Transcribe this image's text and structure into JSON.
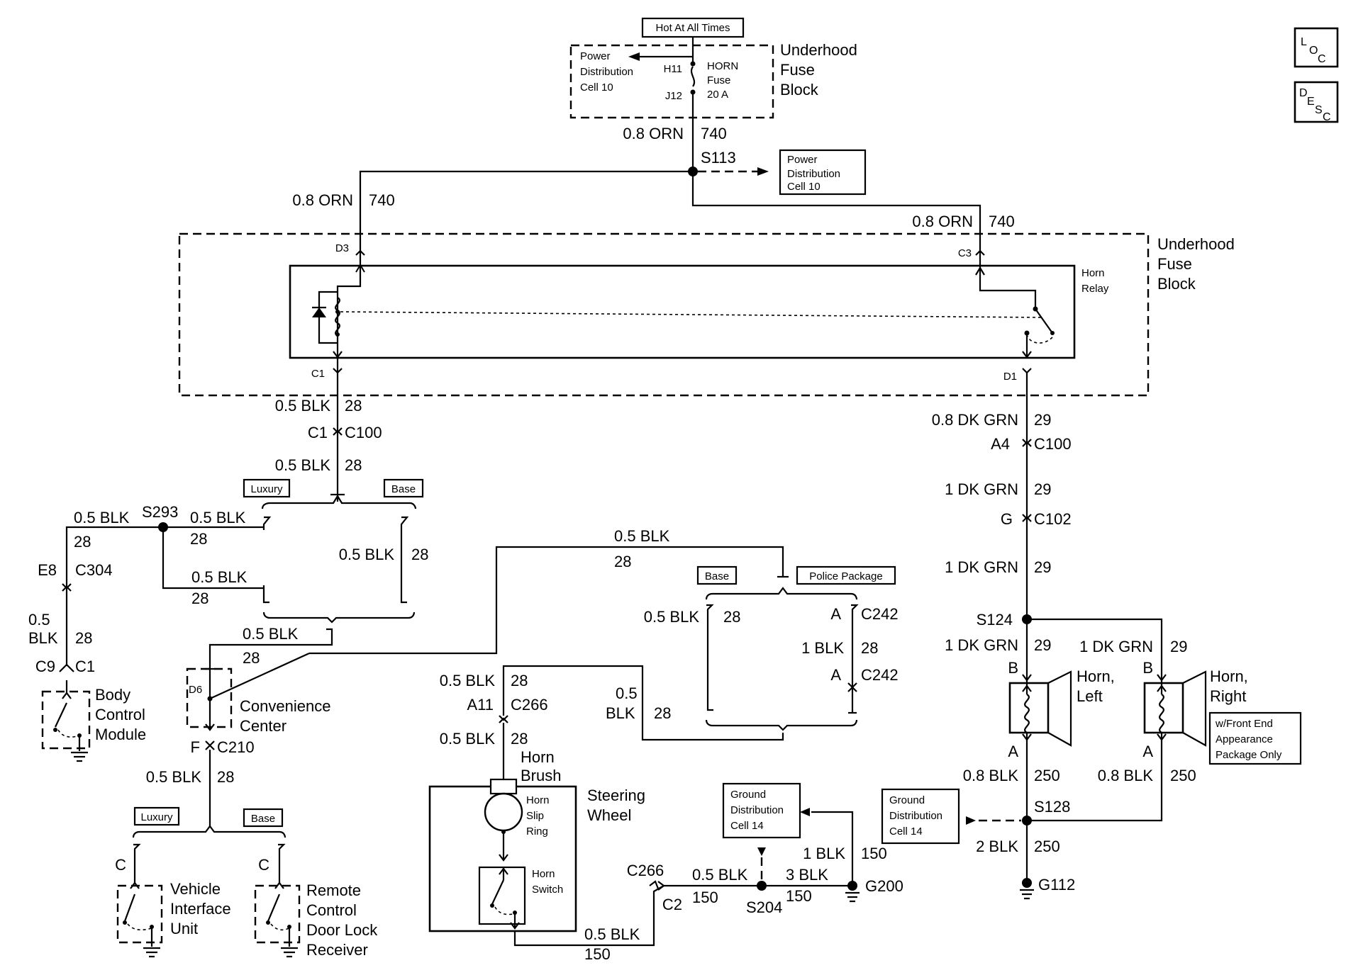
{
  "labels": {
    "hot_at_all_times": "Hot At All Times",
    "pd_cell10_top": [
      "Power",
      "Distribution",
      "Cell 10"
    ],
    "h11": "H11",
    "j12": "J12",
    "horn_fuse": [
      "HORN",
      "Fuse",
      "20 A"
    ],
    "ufb_top": [
      "Underhood",
      "Fuse",
      "Block"
    ],
    "w_orn_top": "0.8 ORN",
    "c740": "740",
    "s113": "S113",
    "pd_cell10_right": [
      "Power",
      "Distribution",
      "Cell 10"
    ],
    "d3": "D3",
    "c3": "C3",
    "horn_relay": [
      "Horn",
      "Relay"
    ],
    "ufb_mid": [
      "Underhood",
      "Fuse",
      "Block"
    ],
    "c1": "C1",
    "d1": "D1",
    "blk05": "0.5 BLK",
    "blk": "BLK",
    "blk1": "1 BLK",
    "blk2": "2 BLK",
    "blk3": "3 BLK",
    "blk08": "0.8 BLK",
    "n05": "0.5",
    "c28": "28",
    "c150": "150",
    "c250": "250",
    "c29": "29",
    "c100": "C100",
    "luxury": "Luxury",
    "base": "Base",
    "s293": "S293",
    "e8": "E8",
    "c304": "C304",
    "c9": "C9",
    "bcm": [
      "Body",
      "Control",
      "Module"
    ],
    "d6": "D6",
    "conv_center": [
      "Convenience",
      "Center"
    ],
    "f": "F",
    "c210": "C210",
    "c": "C",
    "viu": [
      "Vehicle",
      "Interface",
      "Unit"
    ],
    "rcdlr": [
      "Remote",
      "Control",
      "Door Lock",
      "Receiver"
    ],
    "police": "Police Package",
    "a": "A",
    "c242": "C242",
    "a11": "A11",
    "c266": "C266",
    "horn_brush": [
      "Horn",
      "Brush"
    ],
    "horn_slip": [
      "Horn",
      "Slip",
      "Ring"
    ],
    "steering": [
      "Steering",
      "Wheel"
    ],
    "horn_switch": [
      "Horn",
      "Switch"
    ],
    "c2": "C2",
    "gd14": [
      "Ground",
      "Distribution",
      "Cell 14"
    ],
    "s204": "S204",
    "g200": "G200",
    "dkgrn08": "0.8 DK GRN",
    "dkgrn1": "1 DK GRN",
    "a4": "A4",
    "g": "G",
    "c102": "C102",
    "s124": "S124",
    "b": "B",
    "horn_left": [
      "Horn,",
      "Left"
    ],
    "horn_right": [
      "Horn,",
      "Right"
    ],
    "front_end": [
      "w/Front End",
      "Appearance",
      "Package Only"
    ],
    "s128": "S128",
    "g112": "G112",
    "loc": [
      "L",
      "O",
      "C"
    ],
    "desc": [
      "D",
      "E",
      "S",
      "C"
    ]
  }
}
